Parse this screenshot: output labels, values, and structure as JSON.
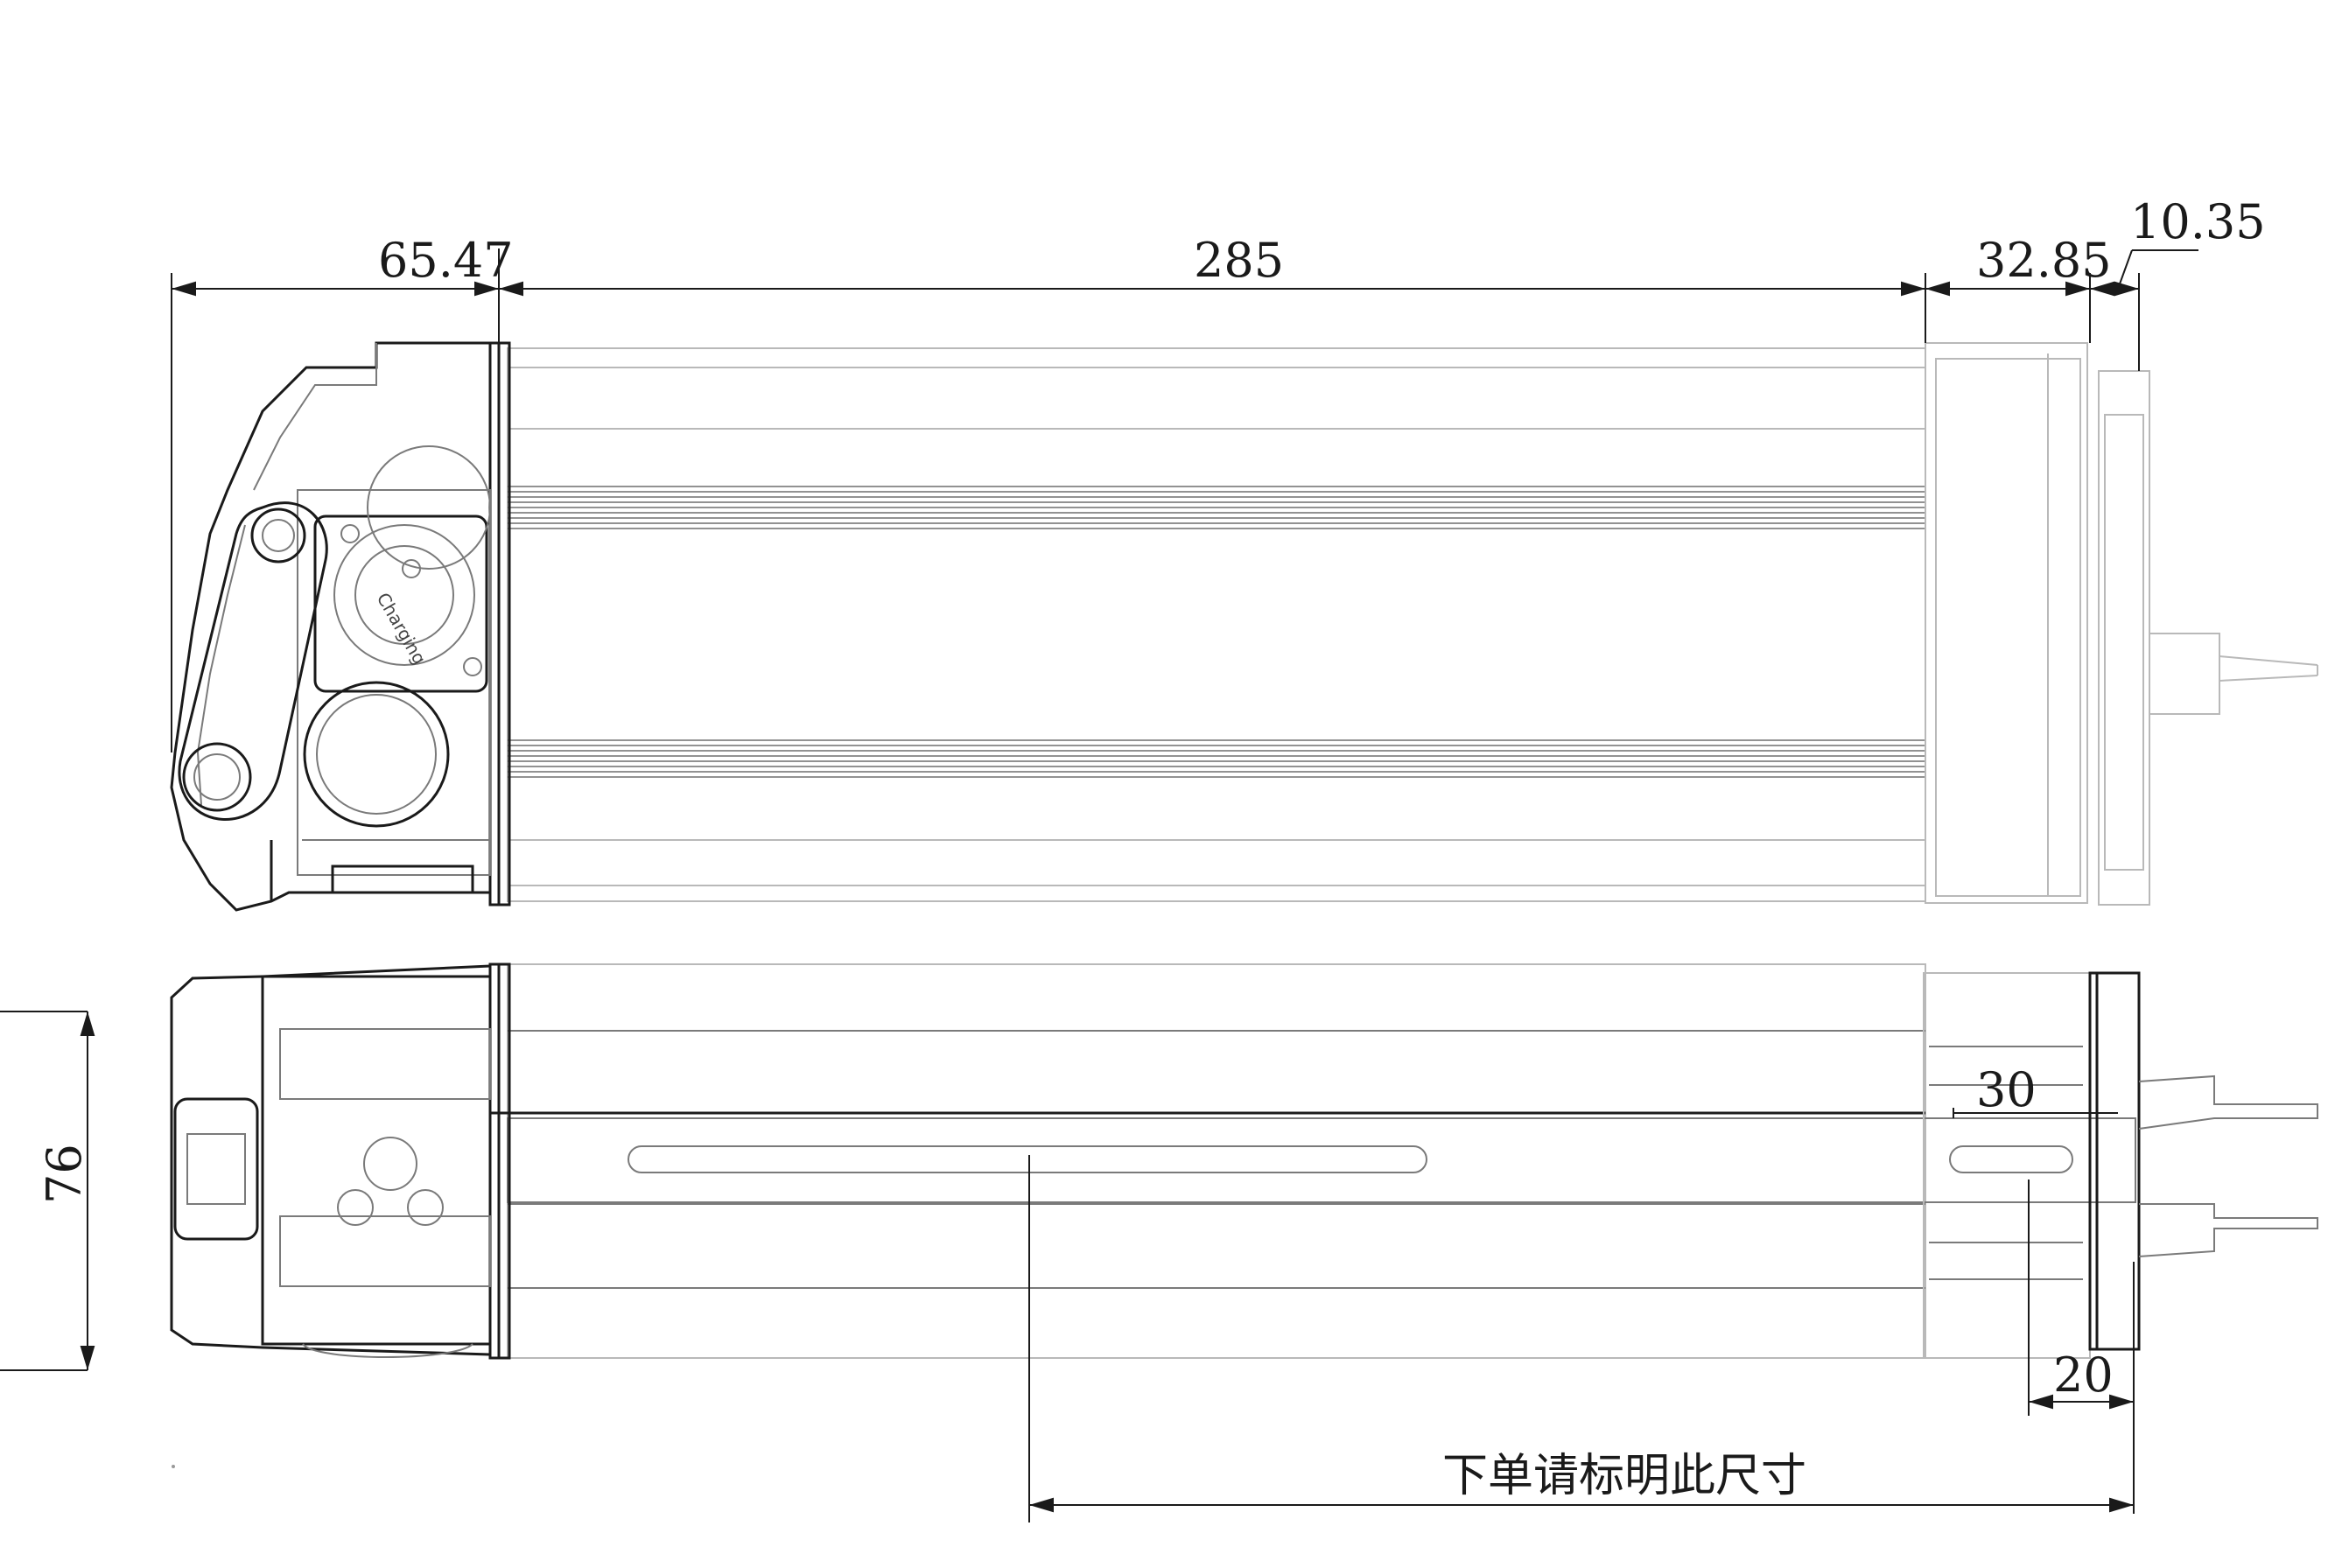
{
  "dimensions": {
    "left_cap": "65.47",
    "body_length": "285",
    "right_cap": "32.85",
    "end_plate": "10.35",
    "height": "76",
    "slot_offset": "30",
    "mount_offset": "20"
  },
  "note": "下单请标明此尺寸",
  "connector_label": "Charging"
}
